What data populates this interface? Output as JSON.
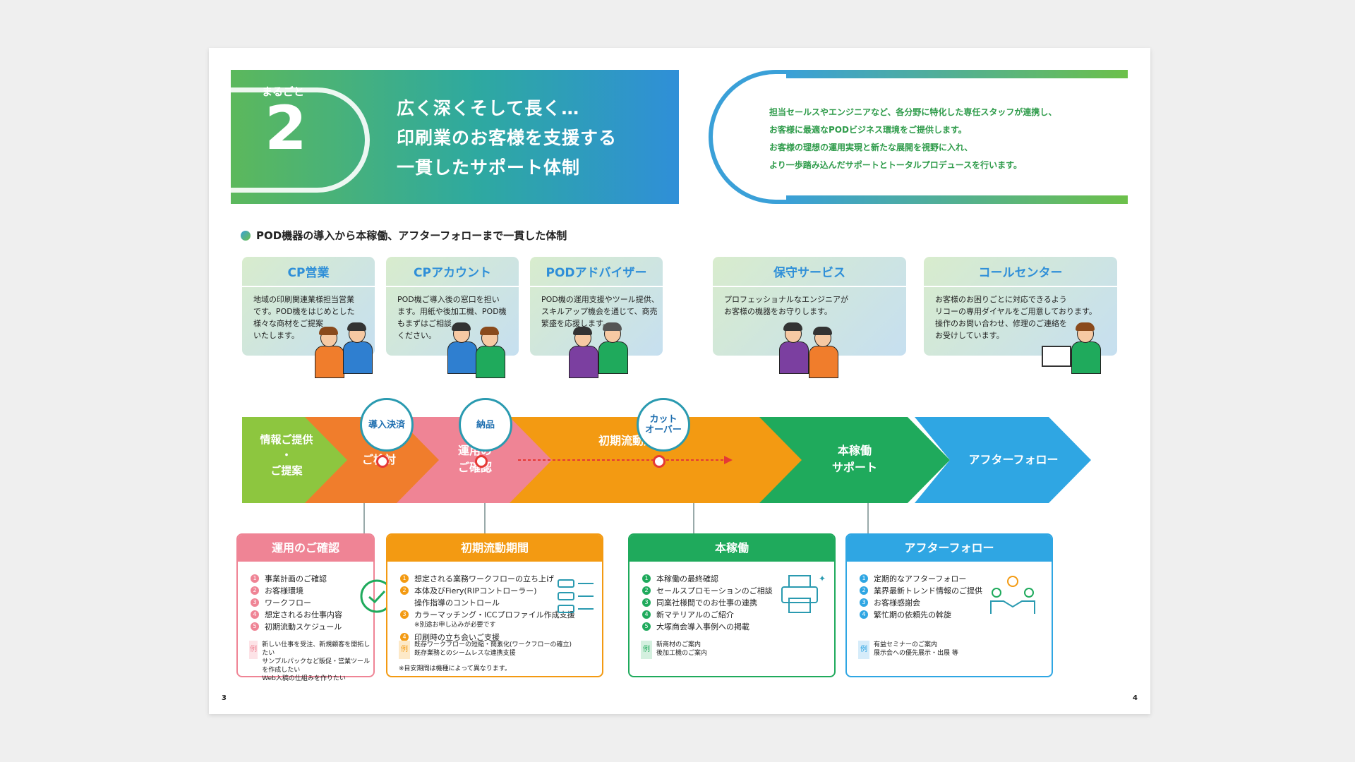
{
  "hero": {
    "kicker": "まるごと",
    "number": "2",
    "headline_lines": [
      "広く深くそして長く…",
      "印刷業のお客様を支援する",
      "一貫したサポート体制"
    ]
  },
  "intro": {
    "lines": [
      "担当セールスやエンジニアなど、各分野に特化した専任スタッフが連携し、",
      "お客様に最適なPODビジネス環境をご提供します。",
      "お客様の理想の運用実現と新たな展開を視野に入れ、",
      "より一歩踏み込んだサポートとトータルプロデュースを行います。"
    ]
  },
  "section_title": "POD機器の導入から本稼働、アフターフォローまで一貫した体制",
  "roles": [
    {
      "title": "CP営業",
      "desc": [
        "地域の印刷関連業様担当営業",
        "です。POD機をはじめとした",
        "様々な商材をご提案",
        "いたします。"
      ]
    },
    {
      "title": "CPアカウント",
      "desc": [
        "POD機ご導入後の窓口を担い",
        "ます。用紙や後加工機、POD機",
        "もまずはご相談",
        "ください。"
      ]
    },
    {
      "title": "PODアドバイザー",
      "desc": [
        "POD機の運用支援やツール提供、",
        "スキルアップ機会を通じて、商売",
        "繁盛を応援します。"
      ]
    },
    {
      "title": "保守サービス",
      "desc": [
        "プロフェッショナルなエンジニアが",
        "お客様の機器をお守りします。"
      ]
    },
    {
      "title": "コールセンター",
      "desc": [
        "お客様のお困りごとに対応できるよう",
        "リコーの専用ダイヤルをご用意しております。",
        "操作のお問い合わせ、修理のご連絡を",
        "お受けしています。"
      ]
    }
  ],
  "process": {
    "stages": [
      "情報ご提供\n・\nご提案",
      "ご検討",
      "運用の\nご確認",
      "初期流動期間",
      "本稼働\nサポート",
      "アフターフォロー"
    ],
    "milestones": [
      "導入決済",
      "納品",
      "カット\nオーバー"
    ]
  },
  "colors": {
    "green_lime": "#8dc63f",
    "orange": "#f07d2c",
    "pink": "#ef8495",
    "amber": "#f39a12",
    "green": "#1faa5c",
    "blue": "#2fa6e3"
  },
  "details": [
    {
      "title": "運用のご確認",
      "items": [
        "事業計画のご確認",
        "お客様環境",
        "ワークフロー",
        "想定されるお仕事内容",
        "初期流動スケジュール"
      ],
      "example_tag": "例",
      "examples": [
        "新しい仕事を受注、新規顧客を開拓したい",
        "サンプルパックなど販促・営業ツールを作成したい",
        "Web入稿の仕組みを作りたい"
      ],
      "icon": "check-circle-icon"
    },
    {
      "title": "初期流動期間",
      "items": [
        "想定される業務ワークフローの立ち上げ",
        "本体及びFiery(RIPコントローラー)\n操作指導のコントロール",
        "カラーマッチング・ICCプロファイル作成支援",
        "印刷時の立ち会いご支援"
      ],
      "item_note": "※別途お申し込みが必要です",
      "example_tag": "例",
      "examples": [
        "既存ワークフローの短縮・簡素化(ワークフローの確立)",
        "既存業務とのシームレスな連携支援"
      ],
      "footnote": "※目安期間は機種によって異なります。",
      "icon": "workflow-icon"
    },
    {
      "title": "本稼働",
      "items": [
        "本稼働の最終確認",
        "セールスプロモーションのご相談",
        "同業社様間でのお仕事の連携",
        "新マテリアルのご紹介",
        "大塚商会導入事例への掲載"
      ],
      "example_tag": "例",
      "examples": [
        "新商材のご案内",
        "後加工機のご案内"
      ],
      "icon": "printer-icon"
    },
    {
      "title": "アフターフォロー",
      "items": [
        "定期的なアフターフォロー",
        "業界最新トレンド情報のご提供",
        "お客様感謝会",
        "繁忙期の依頼先の斡旋"
      ],
      "example_tag": "例",
      "examples": [
        "有益セミナーのご案内",
        "展示会への優先展示・出展 等"
      ],
      "icon": "handshake-icon"
    }
  ],
  "page_numbers": [
    "3",
    "4"
  ]
}
